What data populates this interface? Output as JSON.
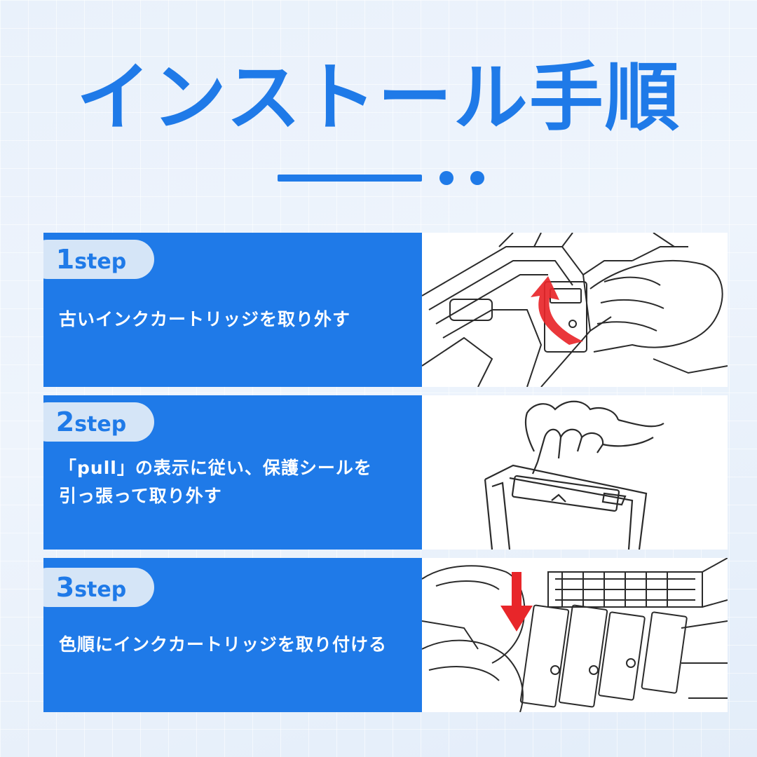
{
  "title": "インストール手順",
  "steps": [
    {
      "number": "1",
      "step_word": "step",
      "description_lines": [
        "古いインクカートリッジを取り外す"
      ],
      "illustration": "remove-cartridge-illustration"
    },
    {
      "number": "2",
      "step_word": "step",
      "description_lines": [
        "「pull」の表示に従い、保護シールを",
        "引っ張って取り外す"
      ],
      "illustration": "peel-seal-illustration"
    },
    {
      "number": "3",
      "step_word": "step",
      "description_lines": [
        "色順にインクカートリッジを取り付ける"
      ],
      "illustration": "insert-cartridge-illustration"
    }
  ],
  "colors": {
    "accent": "#1f7ae8",
    "pill_bg": "#d5e5f7",
    "arrow_red": "#e8262a"
  }
}
